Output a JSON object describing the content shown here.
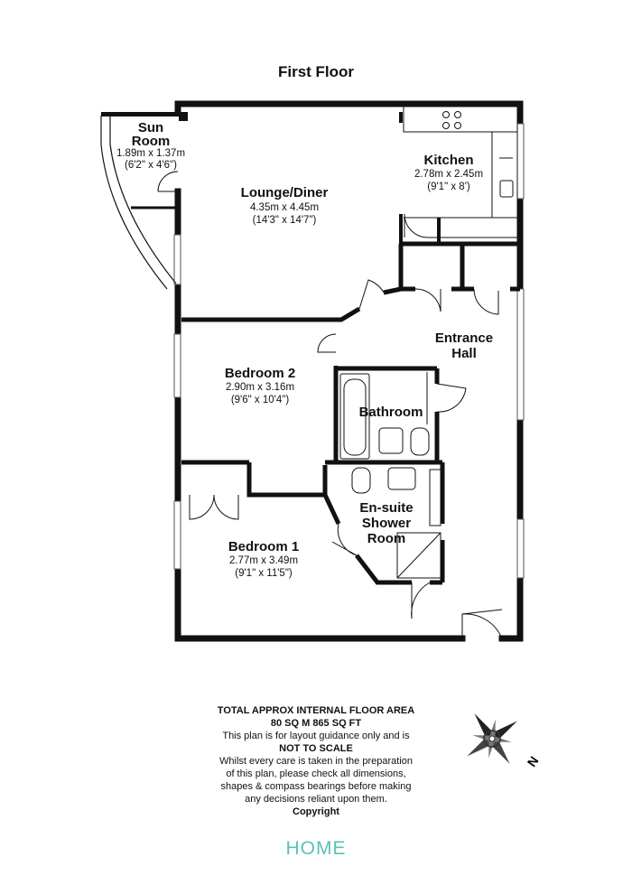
{
  "title": "First Floor",
  "rooms": {
    "sun_room": {
      "name1": "Sun",
      "name2": "Room",
      "metric": "1.89m x 1.37m",
      "imperial": "(6'2\" x 4'6\")"
    },
    "lounge": {
      "name": "Lounge/Diner",
      "metric": "4.35m x 4.45m",
      "imperial": "(14'3\" x 14'7\")"
    },
    "kitchen": {
      "name": "Kitchen",
      "metric": "2.78m x 2.45m",
      "imperial": "(9'1\" x 8')"
    },
    "entrance": {
      "name1": "Entrance",
      "name2": "Hall"
    },
    "bedroom2": {
      "name": "Bedroom 2",
      "metric": "2.90m x 3.16m",
      "imperial": "(9'6\" x 10'4\")"
    },
    "bathroom": {
      "name": "Bathroom"
    },
    "ensuite": {
      "name1": "En-suite",
      "name2": "Shower",
      "name3": "Room"
    },
    "bedroom1": {
      "name": "Bedroom 1",
      "metric": "2.77m x 3.49m",
      "imperial": "(9'1\" x 11'5\")"
    }
  },
  "footer": {
    "line1": "TOTAL APPROX INTERNAL FLOOR AREA",
    "line2": "80 SQ M 865 SQ FT",
    "line3": "This plan is for layout guidance only and is",
    "line4": "NOT TO SCALE",
    "line5": "Whilst every care is taken in the preparation",
    "line6": "of this plan, please check all dimensions,",
    "line7": "shapes & compass bearings before making",
    "line8": "any decisions reliant upon them.",
    "line9": "Copyright"
  },
  "compass": {
    "direction": "N"
  },
  "logo": "HOME",
  "colors": {
    "wall": "#111111",
    "logo": "#57c3b5"
  }
}
